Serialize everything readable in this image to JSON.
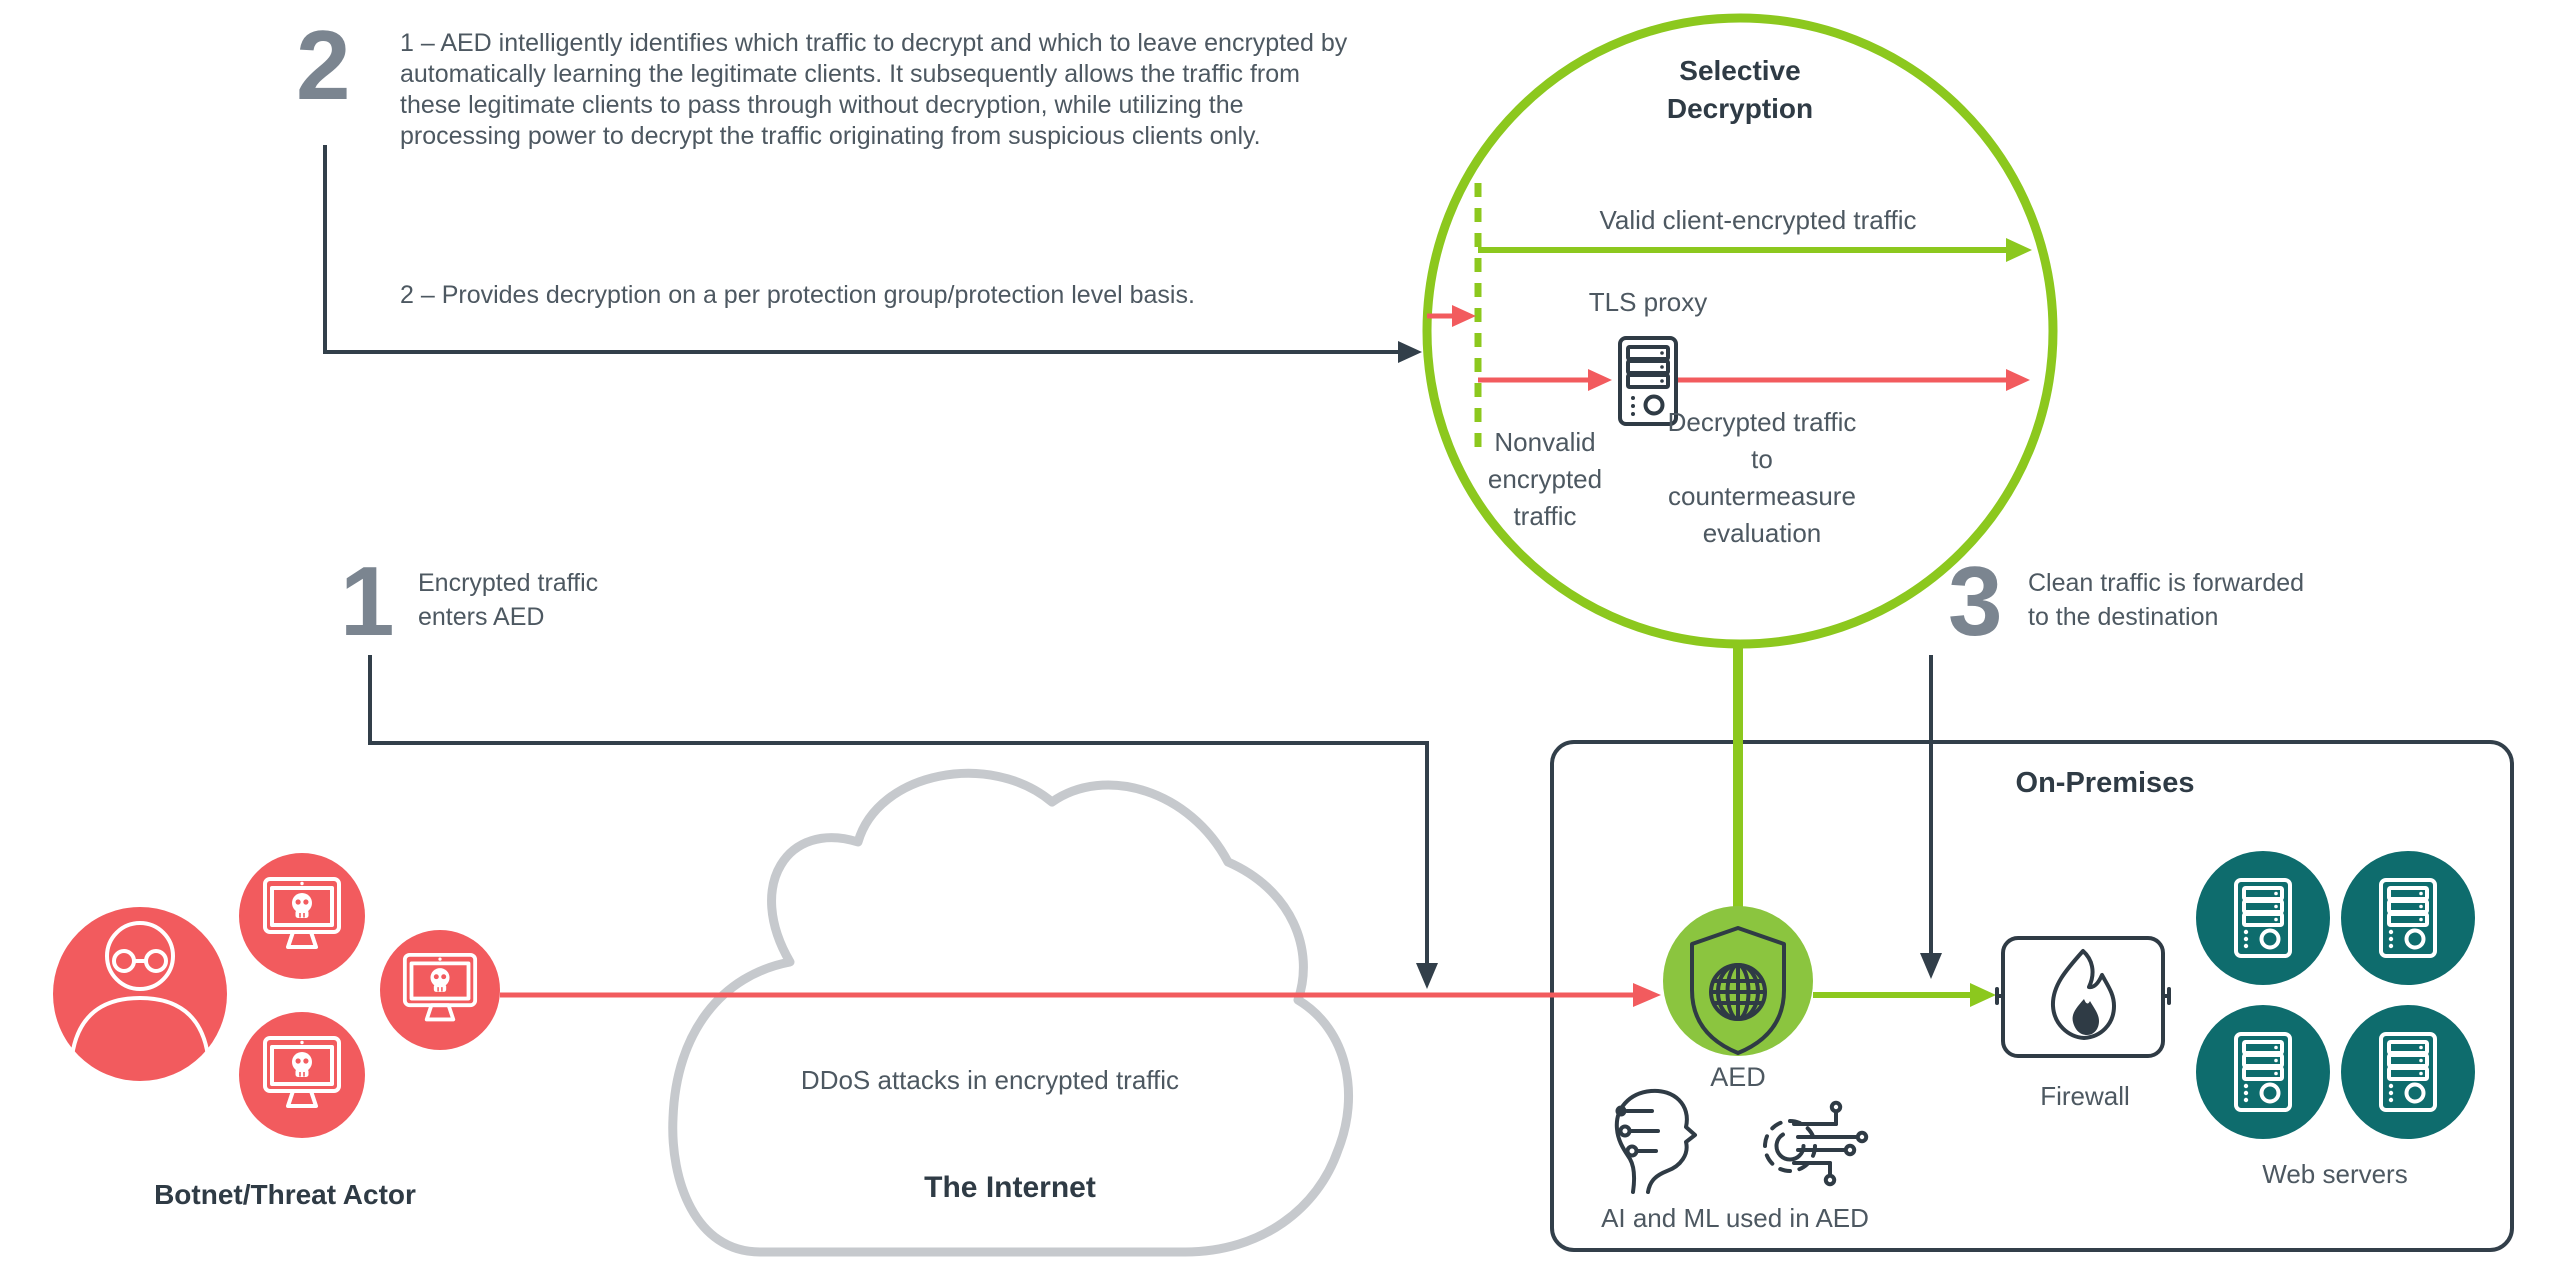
{
  "colors": {
    "slate": "#323F4A",
    "text_dark": "#2F3B45",
    "text_body": "#4D5861",
    "numeral_gray": "#7B8590",
    "green_line": "#8CC81E",
    "green_fill": "#8BC53F",
    "red": "#F25B5E",
    "teal": "#0E6C6D",
    "cloud_gray": "#C6C9CD"
  },
  "steps": {
    "step1": {
      "number": "1",
      "label": "Encrypted traffic enters AED"
    },
    "step2": {
      "number": "2",
      "para1": "1 – AED intelligently identifies which traffic to decrypt and which to leave encrypted by automatically learning the legitimate clients. It subsequently allows the traffic from these legitimate clients to pass through without decryption, while utilizing the processing power to decrypt the traffic originating from suspicious clients only.",
      "para2": "2 – Provides decryption on a per protection group/protection level basis."
    },
    "step3": {
      "number": "3",
      "label": "Clean traffic is forwarded to the destination"
    }
  },
  "selective_decryption": {
    "title": "Selective Decryption",
    "valid_traffic_label": "Valid client-encrypted traffic",
    "tls_proxy_label": "TLS proxy",
    "nonvalid_label": "Nonvalid encrypted traffic",
    "decrypted_label": "Decrypted traffic to countermeasure evaluation"
  },
  "internet": {
    "attack_label": "DDoS attacks in encrypted traffic",
    "name": "The Internet"
  },
  "botnet": {
    "label": "Botnet/Threat Actor"
  },
  "on_premises": {
    "title": "On-Premises",
    "aed_label": "AED",
    "ai_ml_label": "AI and ML used in AED",
    "firewall_label": "Firewall",
    "web_servers_label": "Web servers"
  }
}
